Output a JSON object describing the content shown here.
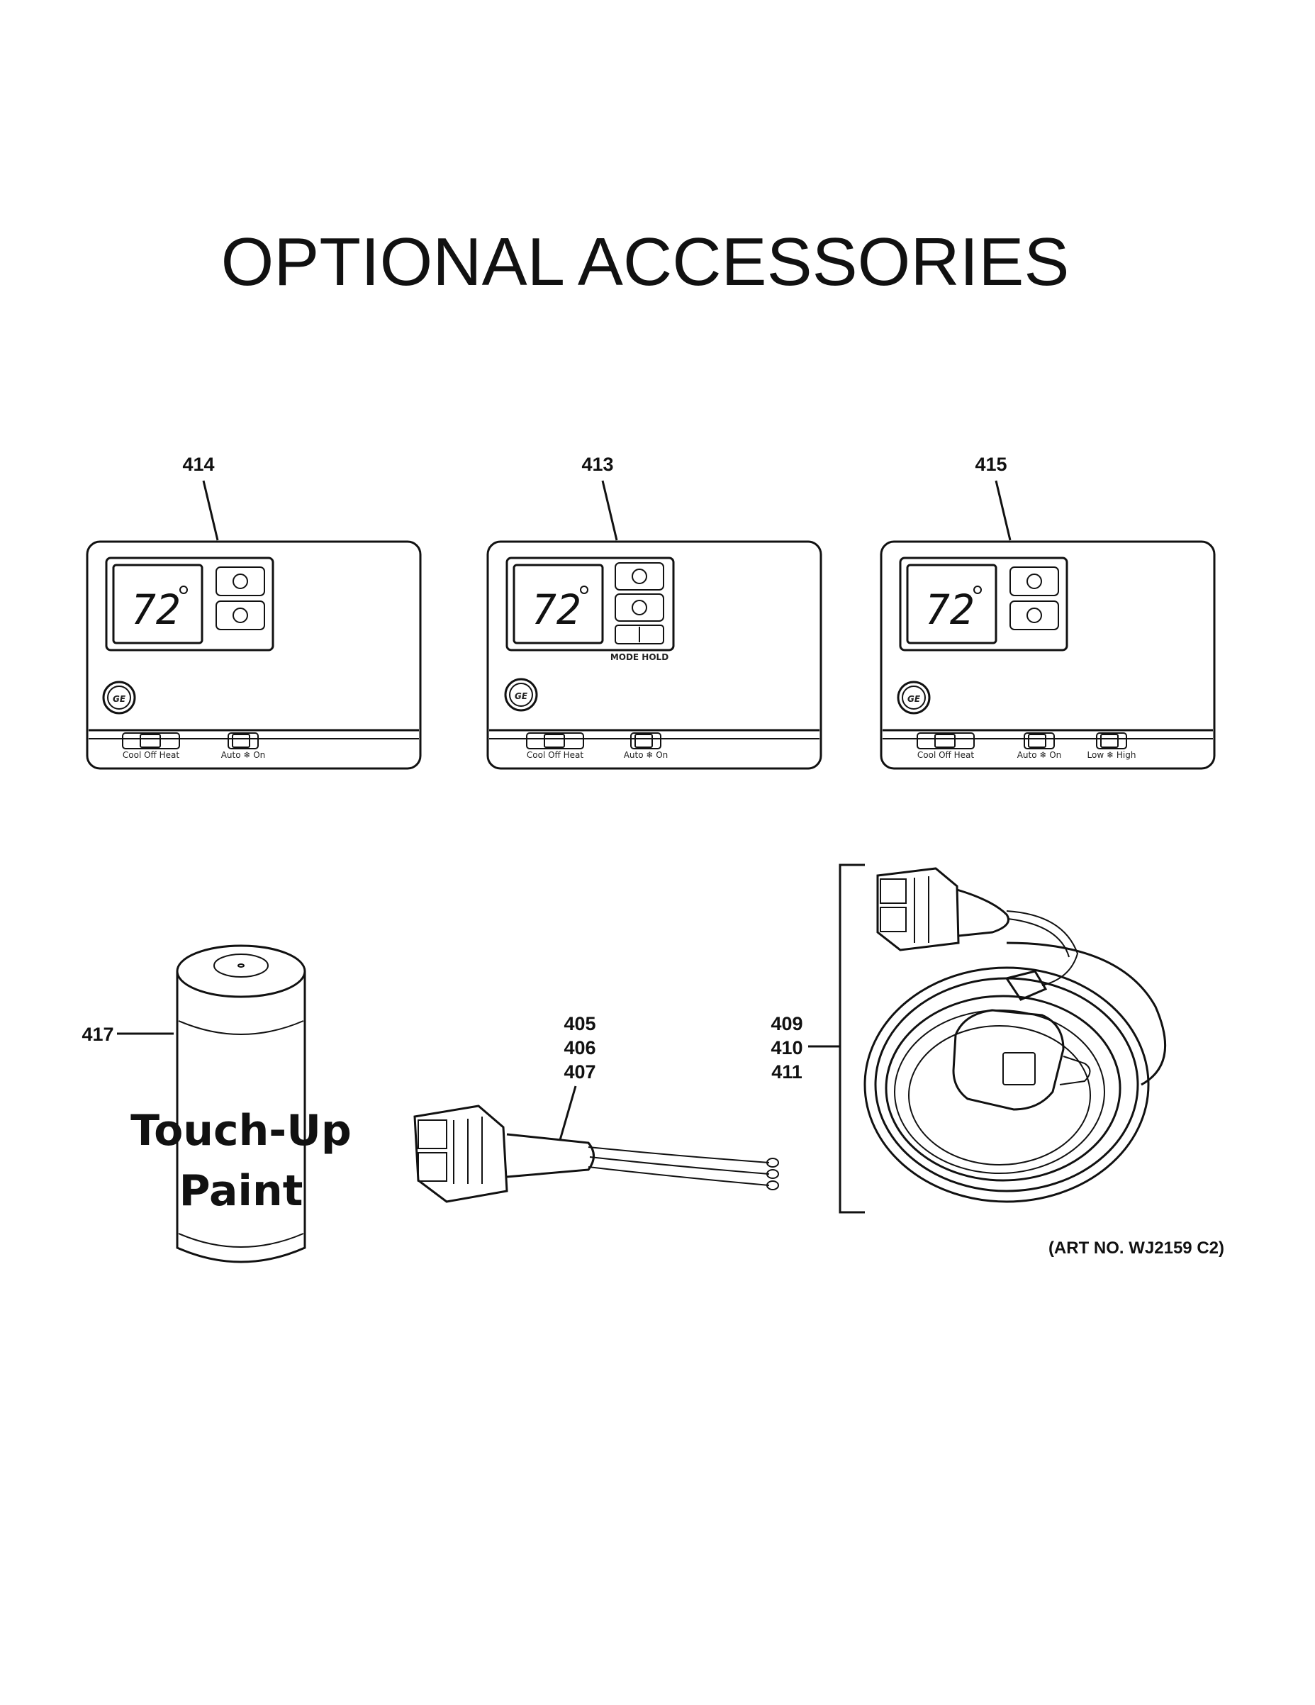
{
  "title": "OPTIONAL ACCESSORIES",
  "thermostats": [
    {
      "callout": "414",
      "temperature": "72",
      "mode_labels": "",
      "slider_labels": [
        "Cool Off Heat",
        "Auto ❄ On"
      ]
    },
    {
      "callout": "413",
      "temperature": "72",
      "mode_labels": "MODE HOLD",
      "slider_labels": [
        "Cool  Off  Heat",
        "Auto ❄ On"
      ]
    },
    {
      "callout": "415",
      "temperature": "72",
      "mode_labels": "",
      "slider_labels": [
        "Cool Off Heat",
        "Auto ❄ On",
        "Low ❄ High"
      ]
    }
  ],
  "paint_can": {
    "callout": "417",
    "label_line1": "Touch-Up",
    "label_line2": "Paint"
  },
  "short_harness": {
    "callouts": [
      "405",
      "406",
      "407"
    ]
  },
  "long_harness": {
    "callouts": [
      "409",
      "410",
      "411"
    ]
  },
  "art_number": "(ART NO. WJ2159 C2)",
  "logo_text": "GE"
}
